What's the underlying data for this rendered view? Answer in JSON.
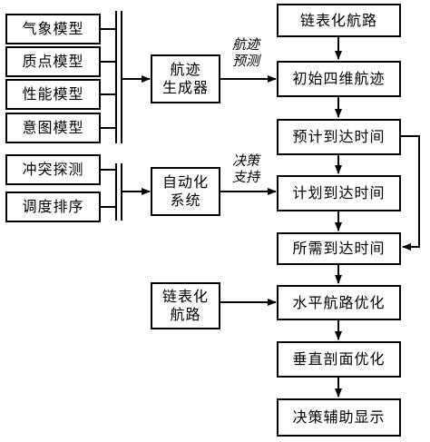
{
  "left_models": [
    "气象模型",
    "质点模型",
    "性能模型",
    "意图模型"
  ],
  "left_tools": [
    "冲突探测",
    "调度排序"
  ],
  "mid_boxes": {
    "trajectory_generator": "航迹\n生成器",
    "automation_system": "自动化\n系统",
    "route_chain_input": "链表化\n航路"
  },
  "labels": {
    "trajectory_prediction": "航迹\n预测",
    "decision_support": "决策\n支持"
  },
  "flow": [
    "链表化航路",
    "初始四维航迹",
    "预计到达时间",
    "计划到达时间",
    "所需到达时间",
    "水平航路优化",
    "垂直剖面优化",
    "决策辅助显示"
  ]
}
